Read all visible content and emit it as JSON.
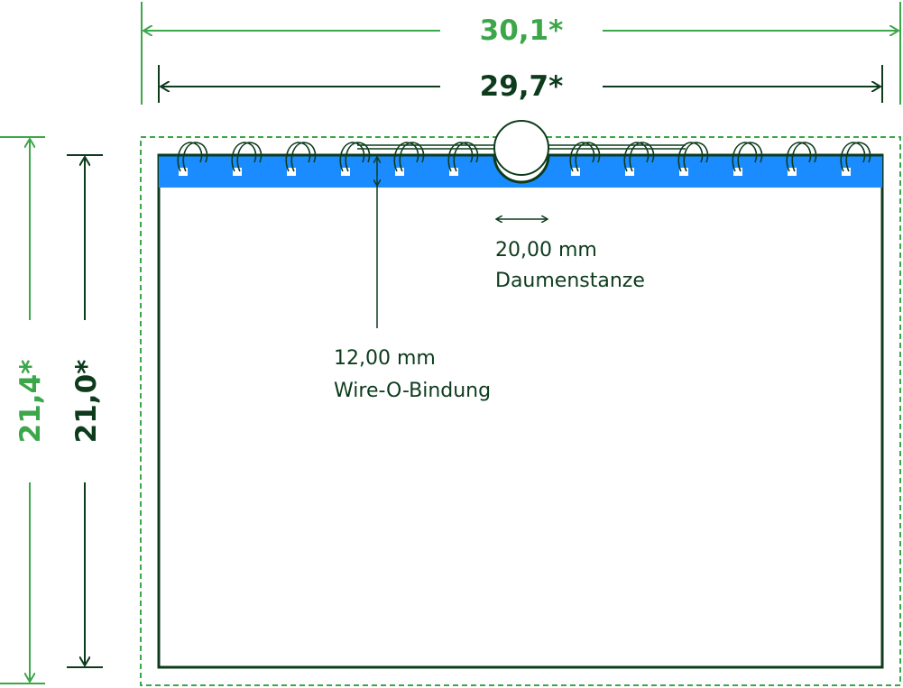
{
  "dimensions": {
    "outer_width": "30,1*",
    "inner_width": "29,7*",
    "outer_height": "21,4*",
    "inner_height": "21,0*"
  },
  "thumb_notch": {
    "size": "20,00 mm",
    "label": "Daumenstanze"
  },
  "binding": {
    "size": "12,00 mm",
    "label": "Wire-O-Bindung"
  },
  "colors": {
    "green": "#3ca64a",
    "dark": "#0d3b1c",
    "blue": "#1a8cff"
  }
}
